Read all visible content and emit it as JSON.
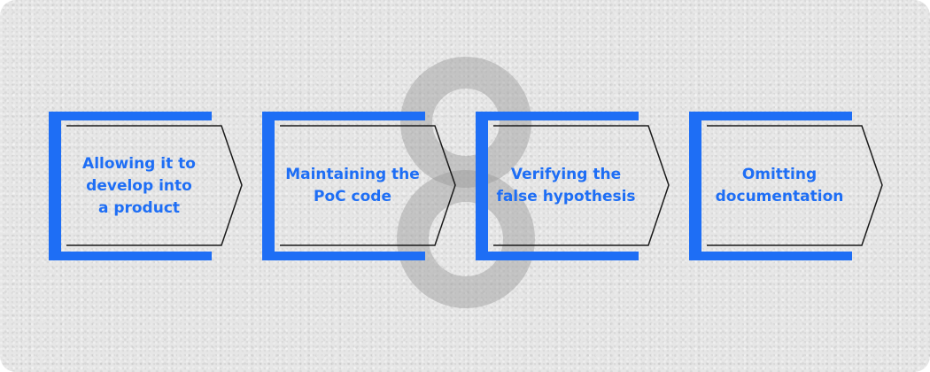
{
  "colors": {
    "accent": "#1e6ef5",
    "outline": "#1a1a1a",
    "background": "#e6e6e6",
    "watermark": "#9a9a9a"
  },
  "watermark_icon": "infinity-loop-icon",
  "steps": [
    {
      "label": "Allowing it to\ndevelop into\n a product"
    },
    {
      "label": "Maintaining the\nPoC code"
    },
    {
      "label": "Verifying the\nfalse hypothesis"
    },
    {
      "label": "Omitting\ndocumentation"
    }
  ]
}
